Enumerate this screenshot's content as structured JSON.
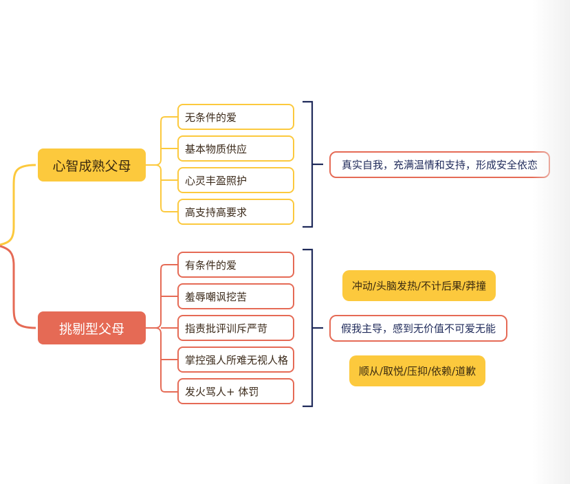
{
  "colors": {
    "mature": "#fcc93d",
    "critical": "#e56a55",
    "bracket": "#1f2a5a"
  },
  "mature": {
    "label": "心智成熟父母",
    "items": [
      "无条件的爱",
      "基本物质供应",
      "心灵丰盈照护",
      "高支持高要求"
    ],
    "outcome": "真实自我，充满温情和支持，形成安全依恋"
  },
  "critical": {
    "label": "挑剔型父母",
    "items": [
      "有条件的爱",
      "羞辱嘲讽挖苦",
      "指责批评训斥严苛",
      "掌控强人所难无视人格",
      "发火骂人+ 体罚"
    ],
    "reaction_top": "冲动/头脑发热/不计后果/莽撞",
    "outcome": "假我主导，感到无价值不可爱无能",
    "reaction_bottom": "顺从/取悦/压抑/依赖/道歉"
  }
}
